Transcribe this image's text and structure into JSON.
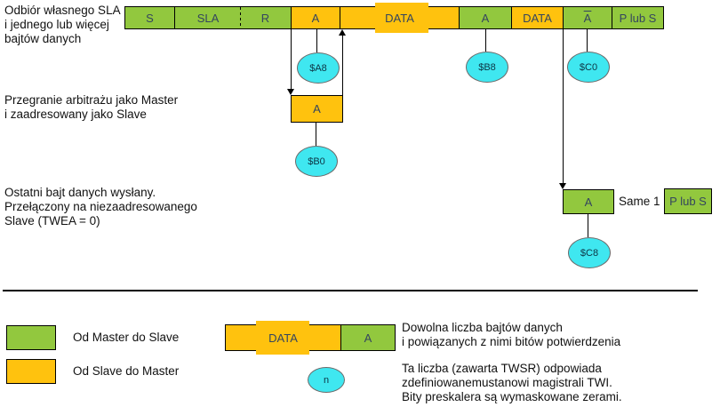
{
  "colors": {
    "master_to_slave_green": "#92c83e",
    "slave_to_master_yellow": "#ffc20e",
    "status_cyan": "#3fe7f0"
  },
  "sections": {
    "top": {
      "caption_lines": [
        "Odbiór własnego SLA",
        "i jednego lub więcej",
        "bajtów danych"
      ],
      "boxes": [
        {
          "label": "S"
        },
        {
          "label": "SLA"
        },
        {
          "label": "R"
        },
        {
          "label": "A"
        },
        {
          "label": "DATA"
        },
        {
          "label": "A"
        },
        {
          "label": "DATA"
        },
        {
          "label": "A",
          "overline": true
        },
        {
          "label": "P lub S"
        }
      ],
      "status_bubbles": [
        "$A8",
        "$B8",
        "$C0"
      ]
    },
    "arbitration": {
      "caption_lines": [
        "Przegranie arbitrażu jako Master",
        "i zaadresowany jako Slave"
      ],
      "ack_box_label": "A",
      "status_bubble": "$B0"
    },
    "last_byte": {
      "caption_lines": [
        "Ostatni bajt danych wysłany.",
        "Przełączony na niezaadresowanego",
        "Slave (TWEA = 0)"
      ],
      "ack_box_label": "A",
      "note": "Same 1",
      "stop_box_label": "P lub S",
      "status_bubble": "$C8"
    }
  },
  "legend": {
    "master_to_slave_label": "Od Master do Slave",
    "slave_to_master_label": "Od Slave do Master",
    "data_box_label": "DATA",
    "ack_box_label": "A",
    "data_note_lines": [
      "Dowolna liczba bajtów danych",
      "i powiązanych z nimi bitów potwierdzenia"
    ],
    "n_bubble_label": "n",
    "n_note_lines": [
      "Ta liczba (zawarta TWSR) odpowiada",
      "zdefiniowanemustanowi magistrali TWI.",
      "Bity preskalera są wymaskowane zerami."
    ]
  }
}
